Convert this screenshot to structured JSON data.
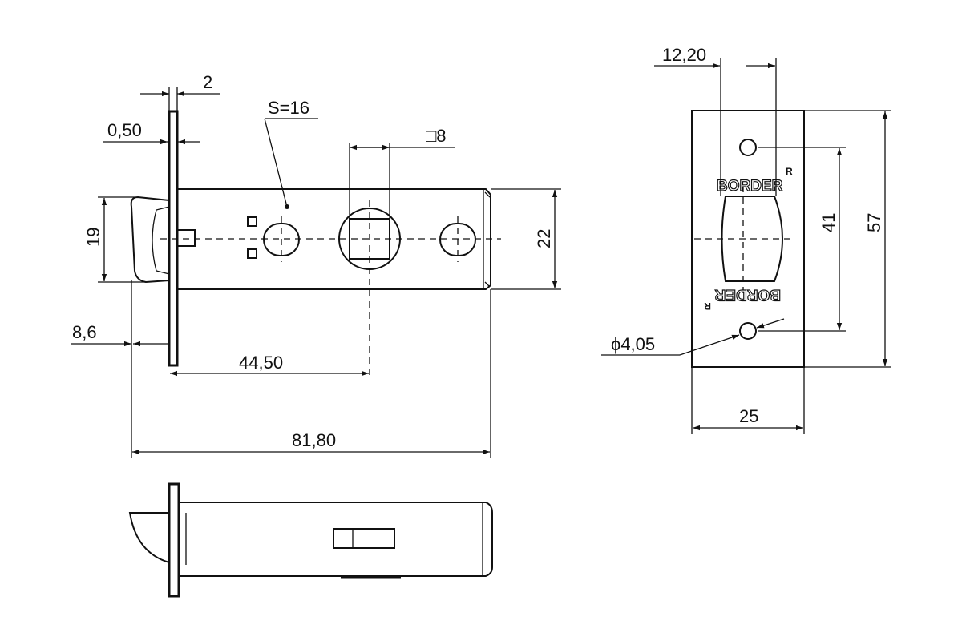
{
  "dimensions": {
    "d_2": "2",
    "d_s16": "S=16",
    "d_050": "0,50",
    "d_sq8": "□8",
    "d_19": "19",
    "d_22": "22",
    "d_86": "8,6",
    "d_4450": "44,50",
    "d_8180": "81,80",
    "d_1220": "12,20",
    "d_41": "41",
    "d_57": "57",
    "d_25": "25",
    "d_phi": "ϕ4,05"
  },
  "strike_plate": {
    "brand": "BORDER",
    "brand_mark": "R"
  }
}
